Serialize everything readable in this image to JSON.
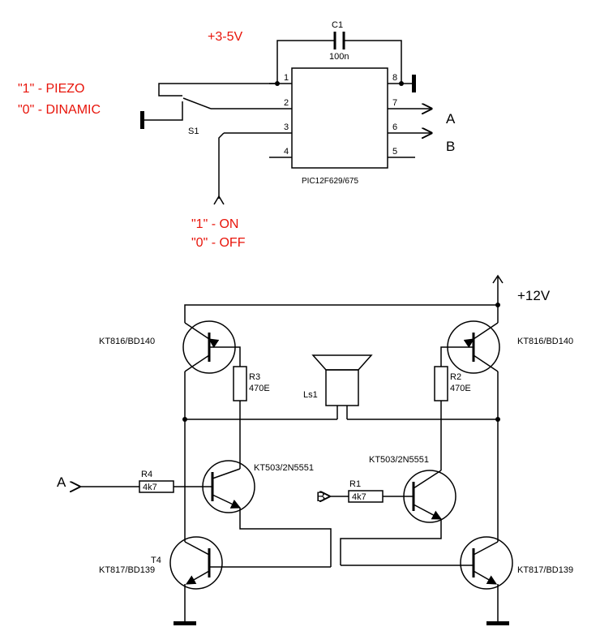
{
  "top": {
    "supply": "+3-5V",
    "mode_1": "\"1\" - PIEZO",
    "mode_0": "\"0\" - DINAMIC",
    "switch": "S1",
    "on_1": "\"1\" - ON",
    "off_0": "\"0\" - OFF",
    "cap_ref": "C1",
    "cap_val": "100n",
    "chip": "PIC12F629/675",
    "pins": [
      "1",
      "2",
      "3",
      "4",
      "5",
      "6",
      "7",
      "8"
    ],
    "out_a": "A",
    "out_b": "B"
  },
  "bottom": {
    "supply": "+12V",
    "q_top_left": "KT816/BD140",
    "q_top_right": "KT816/BD140",
    "r3_ref": "R3",
    "r3_val": "470E",
    "r2_ref": "R2",
    "r2_val": "470E",
    "speaker": "Ls1",
    "q_mid_left": "KT503/2N5551",
    "q_mid_right": "KT503/2N5551",
    "r4_ref": "R4",
    "r4_val": "4k7",
    "r1_ref": "R1",
    "r1_val": "4k7",
    "in_a": "A",
    "in_b": "B",
    "t4_ref": "T4",
    "q_bot_left": "KT817/BD139",
    "q_bot_right": "KT817/BD139"
  }
}
